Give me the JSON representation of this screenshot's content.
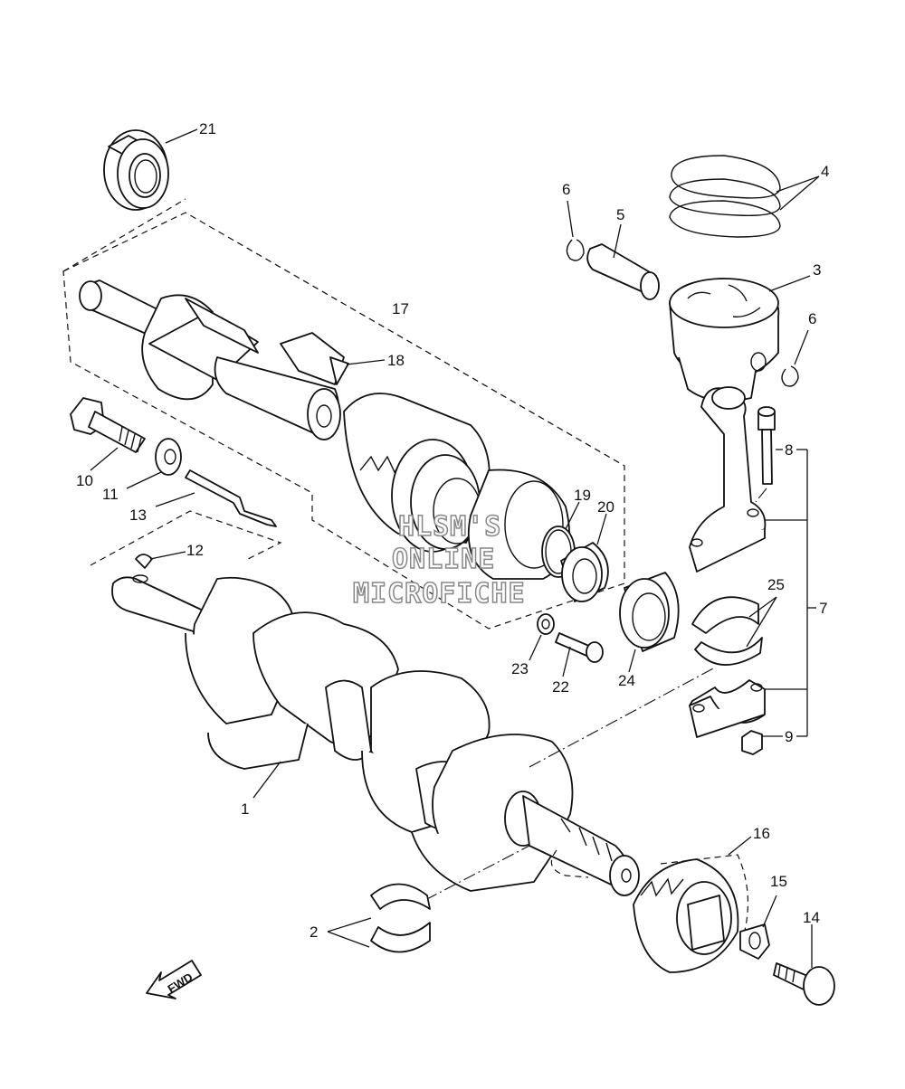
{
  "callouts": {
    "c1": "1",
    "c2": "2",
    "c3": "3",
    "c4": "4",
    "c5": "5",
    "c6a": "6",
    "c6b": "6",
    "c7": "7",
    "c8": "8",
    "c9": "9",
    "c10": "10",
    "c11": "11",
    "c12": "12",
    "c13": "13",
    "c14": "14",
    "c15": "15",
    "c16": "16",
    "c17": "17",
    "c18": "18",
    "c19": "19",
    "c20": "20",
    "c21": "21",
    "c22": "22",
    "c23": "23",
    "c24": "24",
    "c25": "25"
  },
  "watermark": {
    "line1": "HLSM'S",
    "line2": "ONLINE",
    "line3": "MICROFICHE"
  },
  "fwd_label": "FWD",
  "colors": {
    "line": "#111111",
    "background": "#ffffff",
    "watermark_outline": "#888888"
  }
}
